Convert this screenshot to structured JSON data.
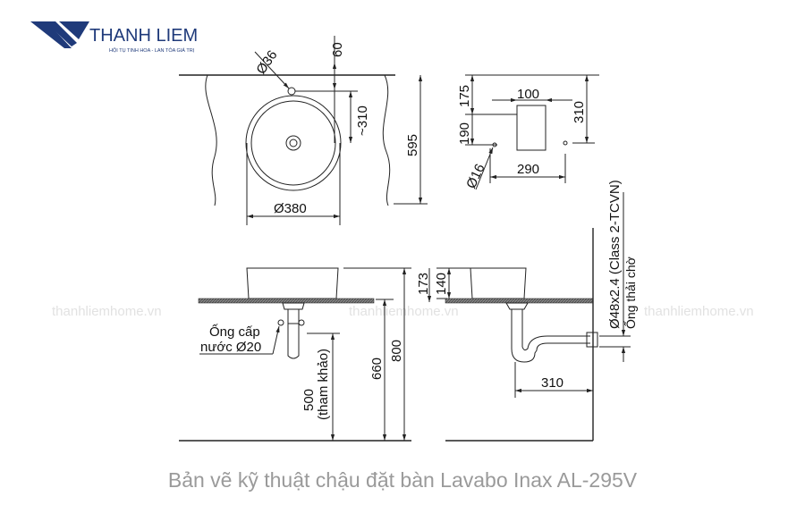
{
  "logo": {
    "name": "THANH LIEM",
    "tagline": "HỘI TỤ TINH HOA - LAN TỎA GIÁ TRỊ",
    "color": "#1f3a7a"
  },
  "watermark": "thanhliemhome.vn",
  "top_view": {
    "d_hole": "Ø36",
    "offset": "60",
    "depth": "~310",
    "diameter": "Ø380",
    "total": "595"
  },
  "side_top_view": {
    "h1": "175",
    "w": "100",
    "h2": "190",
    "h3": "310",
    "d_hole": "Ø16",
    "width": "290"
  },
  "front_left": {
    "supply_line1": "Ống cấp",
    "supply_line2": "nước Ø20",
    "h_ref": "500",
    "h_ref_note": "(tham khảo)",
    "h_counter": "660",
    "h_total": "800",
    "h_basin": "173"
  },
  "front_right": {
    "h_basin": "140",
    "pipe": "Ø48x2.4 (Class 2-TCVN)",
    "pipe_note": "Ống thải chờ",
    "wall_dist": "310"
  },
  "caption": "Bản vẽ kỹ thuật chậu đặt bàn Lavabo Inax AL-295V"
}
